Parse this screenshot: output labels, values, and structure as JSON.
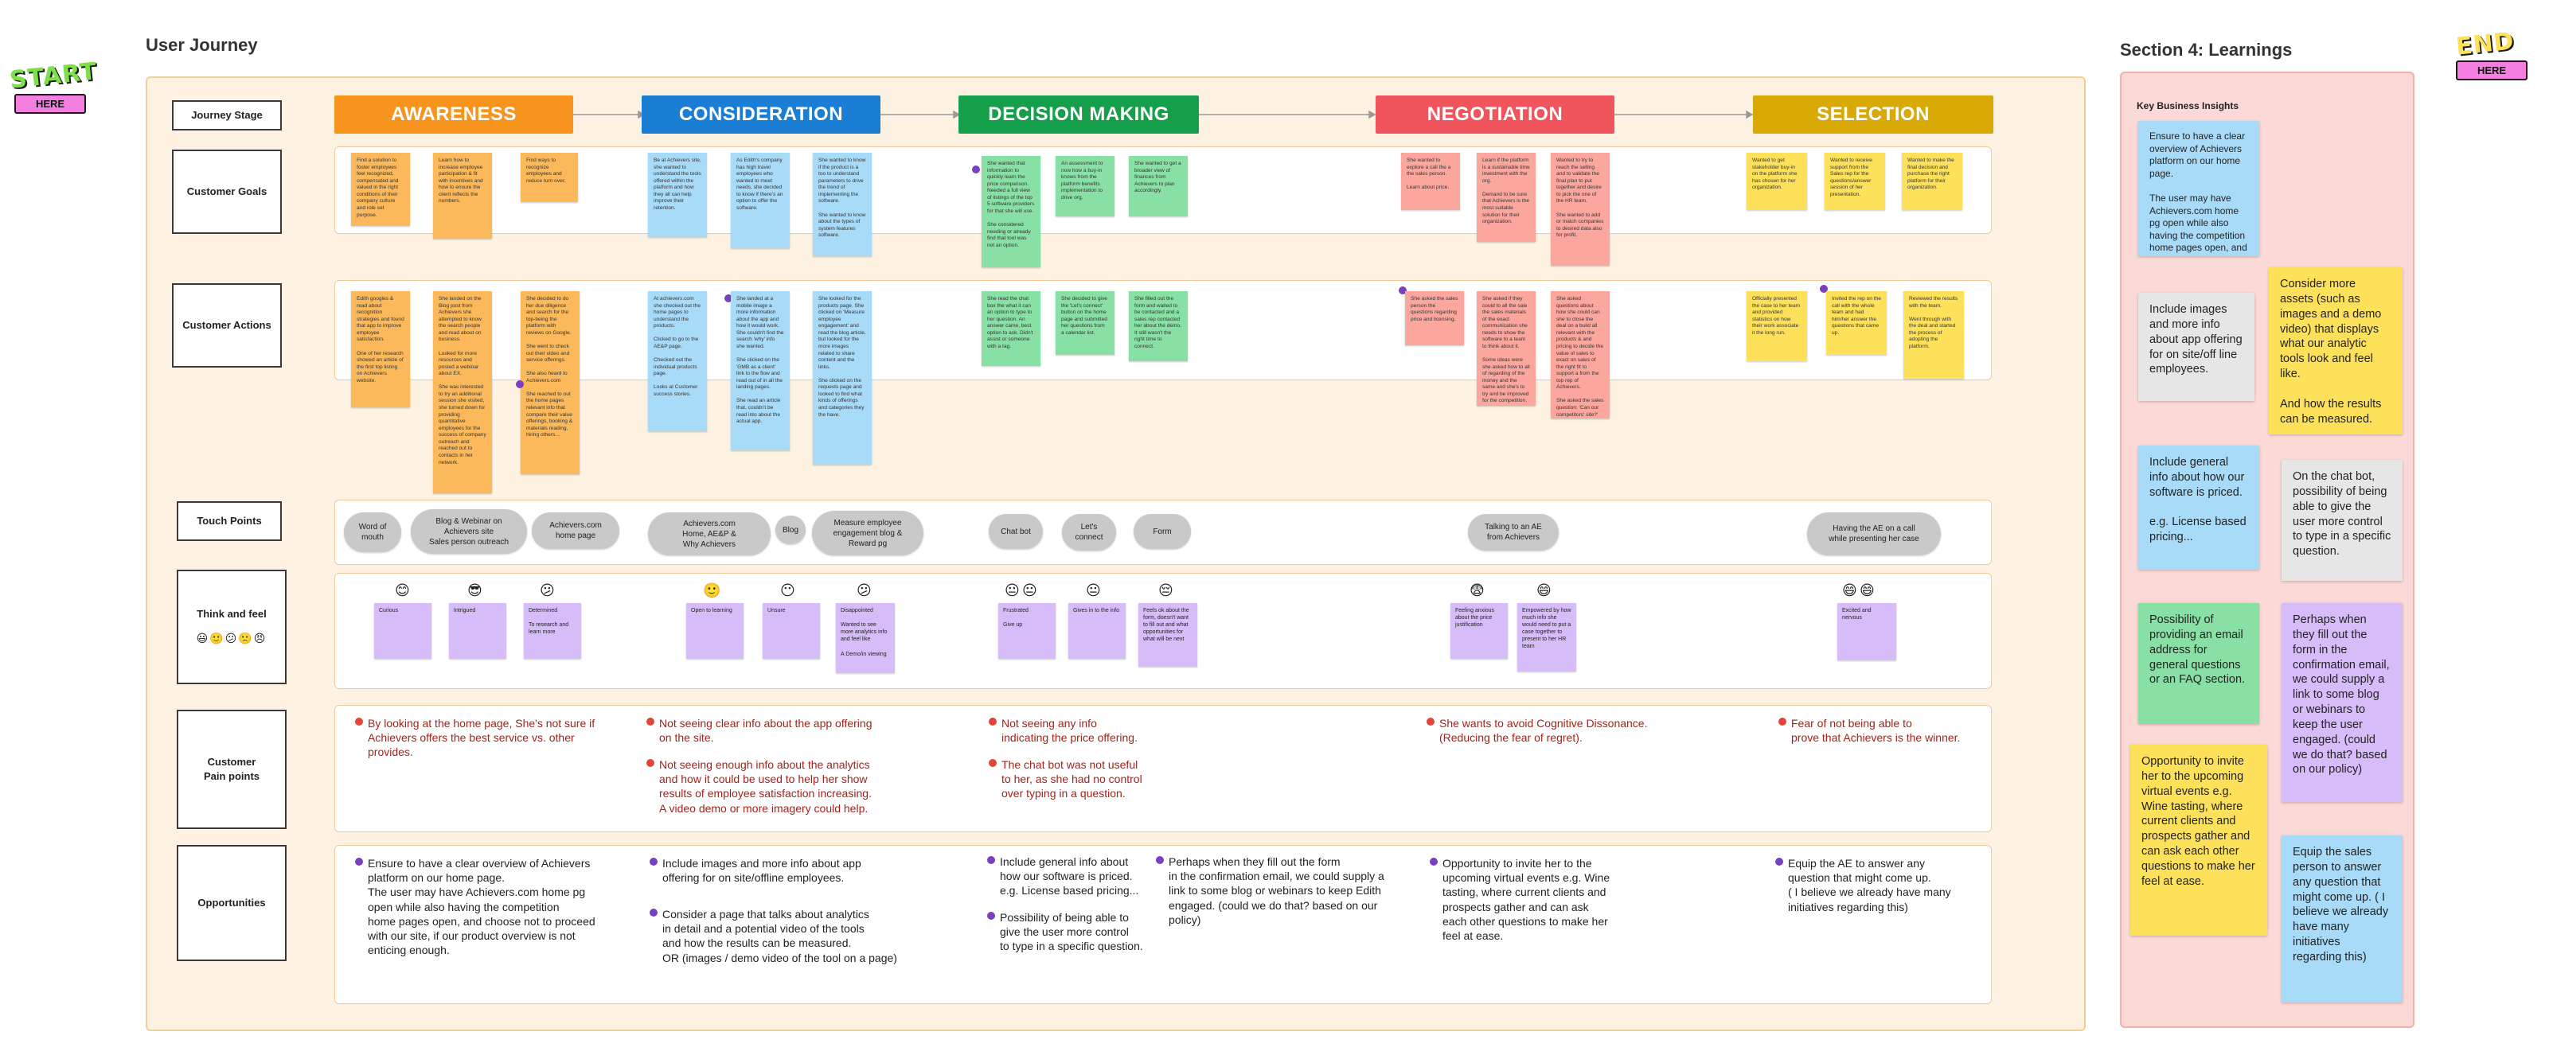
{
  "title": "User Journey",
  "learnings_title": "Section 4: Learnings",
  "start_badge": {
    "word": "START",
    "ribbon": "HERE"
  },
  "end_badge": {
    "word": "END",
    "ribbon": "HERE"
  },
  "rows": {
    "journey_stage": "Journey Stage",
    "customer_goals": "Customer Goals",
    "customer_actions": "Customer Actions",
    "touch_points": "Touch Points",
    "think_and_feel": "Think and feel",
    "pain_points": "Customer\nPain points",
    "opportunities": "Opportunities"
  },
  "think_emojis": [
    "😃",
    "🙂",
    "😕",
    "🙁",
    "😠"
  ],
  "stages": [
    {
      "label": "AWARENESS",
      "color": "#f7941d"
    },
    {
      "label": "CONSIDERATION",
      "color": "#1a7fd4"
    },
    {
      "label": "DECISION MAKING",
      "color": "#159f4b"
    },
    {
      "label": "NEGOTIATION",
      "color": "#f0555e"
    },
    {
      "label": "SELECTION",
      "color": "#d9a906"
    }
  ],
  "goals": [
    {
      "color": "orange",
      "text": "Find a solution to foster employees feel recognized, compensated and valued in the right conditions of their company culture and role set purpose."
    },
    {
      "color": "orange",
      "text": "Learn how to increase employee participation & fit with incentives and how to ensure the client reflects the numbers."
    },
    {
      "color": "orange",
      "text": "Find ways to recognize employees and reduce turn over."
    },
    {
      "color": "blue",
      "text": "Be at Achievers site, she wanted to understand the tools offered within the platform and how they all can help improve their retention."
    },
    {
      "color": "blue",
      "text": "As Edith's company has high travel employees who wanted to meet needs, she decided to know if there's an option to offer the software."
    },
    {
      "color": "blue",
      "text": "She wanted to know if the product is a too to understand parameters to drive the trend of implementing the software.\n\nShe wanted to know about the types of system features software."
    },
    {
      "color": "green",
      "text": "She wanted that information to quickly learn the price comparison. Needed a full view of listings of the top 5 software providers for that she will use.\n\nShe considered needing or already find that tool was not an option."
    },
    {
      "color": "green",
      "text": "An assessment to now how a buy-in knows from the platform benefits implementation to drive org."
    },
    {
      "color": "green",
      "text": "She wanted to get a broader view of finances from Achievers to plan accordingly."
    },
    {
      "color": "salmon",
      "text": "She wanted to explore a call the a the sales person.\n\nLearn about price."
    },
    {
      "color": "salmon",
      "text": "Learn if the platform is a sustainable time investment with the org.\n\nDemand to be sure that Achievers is the most suitable solution for their organization."
    },
    {
      "color": "salmon",
      "text": "Wanted to try to reach the selling and to validate the final plan to put together and desire to pick the one of the HR team.\n\nShe wanted to add or match companies to desired data also for profit."
    },
    {
      "color": "yellow",
      "text": "Wanted to get stakeholder buy-in on the platform she has chosen for her organization."
    },
    {
      "color": "yellow",
      "text": "Wanted to receive support from the Sales rep for the questions/answer session of her presentation."
    },
    {
      "color": "yellow",
      "text": "Wanted to make the final decision and purchase the right platform for their organization."
    }
  ],
  "actions": [
    {
      "color": "orange",
      "text": "Edith googles & read about recognition strategies and found that app to improve employee satisfaction.\n\nOne of her research showed an article of the first top listing on Achievers website."
    },
    {
      "color": "orange",
      "text": "She landed on the Blog post from Achievers she attempted to know the search people and read about on business.\n\nLooked for more resources and posted a webinar about EX.\n\nShe was interested to try an additional session she visited, she turned down for providing quantitative employees for the success of company outreach and reached out to contacts in her network."
    },
    {
      "color": "orange",
      "text": "She decided to do her due diligence and search for the top-being the platform with reviews on Google.\n\nShe went to check out their video and service offerings.\n\nShe also heard to Achievers.com\n\nShe reached to out the home pages relevant info that compare their value offerings, booking & materials reading, hiring others..."
    },
    {
      "color": "blue",
      "text": "At achievers.com she checked out the home pages to understand the products.\n\nClicked to go to the AE&P page.\n\nChecked out the individual products page.\n\nLooks at Customer success stories."
    },
    {
      "color": "blue",
      "text": "She landed at a mobile image a more information about the app and how it would work. She couldn't find the search 'why' info she wanted.\n\nShe clicked on the 'GMB as a client' link to the flow and read out of in all the landing pages.\n\nShe read an article that, couldn't be read into about the actual app."
    },
    {
      "color": "blue",
      "text": "She looked for the products page. She clicked on 'Measure employee engagement' and read the blog article, but looked for the more images related to share content and the links.\n\nShe clicked on the requests page and looked to find what kinds of offerings and categories they the have."
    },
    {
      "color": "green",
      "text": "She read the chat box the what it can an option to type to her question. An answer came, best option to ask. Didn't assist or someone with a tag."
    },
    {
      "color": "green",
      "text": "She decided to give the 'Let's connect' button on the home page and submitted her questions from a calendar list."
    },
    {
      "color": "green",
      "text": "She filled out the form and waited to be contacted and a sales rep contacted her about the demo. It still wasn't the right time to connect."
    },
    {
      "color": "salmon",
      "text": "She asked the sales person the questions regarding price and licensing."
    },
    {
      "color": "salmon",
      "text": "She asked if they could to all the sale the sales materials of the exact communication she needs to show the software to a team to think about it.\n\nSome ideas were she asked how to all of regarding of the money and the same and she's to try and be improved for the competition."
    },
    {
      "color": "salmon",
      "text": "She asked questions about how she could can she to close the deal on a build all relevant with the products & and pricing to decide the value of sales to exact on sales of the right fit to support a from the top rep of Achievers.\n\nShe asked the sales question: 'Can our competitors' site?'"
    },
    {
      "color": "yellow",
      "text": "Officially presented the case to her team and provided statistics on how their work associate it the long run."
    },
    {
      "color": "yellow",
      "text": "Invited the rep on the call with the whole team and had him/her answer the questions that came up."
    },
    {
      "color": "yellow",
      "text": "Reviewed the results with the team.\n\nWent through with the deal and started the process of adopting the platform."
    }
  ],
  "touch_points": [
    "Word of\nmouth",
    "Blog & Webinar on\nAchievers site\nSales person outreach",
    "Achievers.com\nhome page",
    "Achievers.com\nHome, AE&P &\nWhy Achievers",
    "Blog",
    "Measure employee\nengagement blog &\nReward pg",
    "Chat bot",
    "Let's\nconnect",
    "Form",
    "Talking to an AE\nfrom Achievers",
    "Having the AE on a call\nwhile presenting her case"
  ],
  "feels": [
    {
      "emoji": "😊",
      "text": "Curious"
    },
    {
      "emoji": "😎",
      "text": "Intrigued"
    },
    {
      "emoji": "😕",
      "text": "Determined\n\nTo research and learn more"
    },
    {
      "emoji": "🙂",
      "text": "Open to learning"
    },
    {
      "emoji": "😶",
      "text": "Unsure"
    },
    {
      "emoji": "😕",
      "text": "Disappointed\n\nWanted to see more analytics info and feel like\n\nA Demo/in viewing"
    },
    {
      "emoji": "😐",
      "text": "Frustrated\n\nGive up"
    },
    {
      "emoji": "😐",
      "text": "Gives in to the info"
    },
    {
      "emoji": "😔",
      "text": "Feels ok about the form, doesn't want to fill out and what opportunities for what will be next"
    },
    {
      "emoji": "😨",
      "text": "Feeling anxious about the price justification"
    },
    {
      "emoji": "😄",
      "text": "Empowered by how much info she would need to put a case together to present to her HR team"
    },
    {
      "emoji": "😄",
      "text": "Excited and nervous"
    }
  ],
  "pain_points": [
    "By looking at the home page, She's not sure if\nAchievers offers the best  service vs. other\nprovides.",
    "Not seeing clear info about the app offering\non the site.",
    "Not seeing enough info about the analytics\nand how it could be used to help her show\nresults of employee satisfaction increasing.\nA video demo or more imagery could help.",
    "Not seeing any info\nindicating the price offering.",
    "The chat bot was not useful\nto her, as she had no control\nover typing in a question.",
    "She wants to avoid Cognitive Dissonance.\n(Reducing the fear of regret).",
    "Fear of not being able to\nprove that Achievers is the winner."
  ],
  "opportunities": [
    "Ensure to have a clear overview of Achievers\nplatform on our home page.\nThe user may have Achievers.com home pg\nopen while also having the competition\nhome pages open, and choose not to proceed\nwith our site, if our product overview is not\nenticing enough.",
    "Include images and more info about app\noffering for on site/offline employees.",
    "Consider a page that talks about analytics\nin detail and a potential video of the tools\nand how the results can be measured.\nOR (images / demo video of the tool on a page)",
    "Include general info about\nhow our software is priced.\ne.g. License based pricing...",
    "Possibility of being able to\ngive the user more control\nto type in a specific question.",
    "Perhaps when they fill out the form\nin the confirmation email, we could supply a\nlink to some blog or webinars to keep Edith\nengaged. (could we do that? based on our\npolicy)",
    "Opportunity to invite her to the\nupcoming virtual events e.g. Wine\ntasting, where current clients and\nprospects gather and can ask\neach other questions to make her\nfeel at ease.",
    "Equip the AE to answer any\nquestion that might come up.\n( I believe we already have many\ninitiatives regarding this)"
  ],
  "learnings": {
    "header": "Key Business Insights",
    "notes": [
      {
        "color": "blue",
        "text": "Ensure to have a clear overview of Achievers platform on our home page.\n\nThe user may have Achievers.com home pg open while also having the competition home pages open, and choose not to proceed with our site, if our product overview is not enticing enough."
      },
      {
        "color": "grey",
        "text": "Include images and more info about app offering for on site/off line employees."
      },
      {
        "color": "yellow",
        "text": "Consider more assets (such as images and a demo video) that displays what our analytic tools look and feel like.\n\nAnd how the results can be measured."
      },
      {
        "color": "blue",
        "text": "Include general info about how our software is priced.\n\ne.g. License based pricing..."
      },
      {
        "color": "grey",
        "text": "On the chat bot, possibility of being able to give the user more control to type in a specific question."
      },
      {
        "color": "green",
        "text": "Possibility of providing an email address for general questions or an FAQ section."
      },
      {
        "color": "purple",
        "text": "Perhaps when they fill out the form in the confirmation email, we could supply a link to some blog or webinars to keep the user engaged. (could we do that? based on our policy)"
      },
      {
        "color": "yellow",
        "text": "Opportunity to invite her to the upcoming virtual events e.g. Wine tasting, where current clients and prospects gather and can ask each other questions to make her feel at ease."
      },
      {
        "color": "blue",
        "text": "Equip the sales person to answer any question that might come up. ( I believe we already have many initiatives regarding this)"
      }
    ]
  }
}
